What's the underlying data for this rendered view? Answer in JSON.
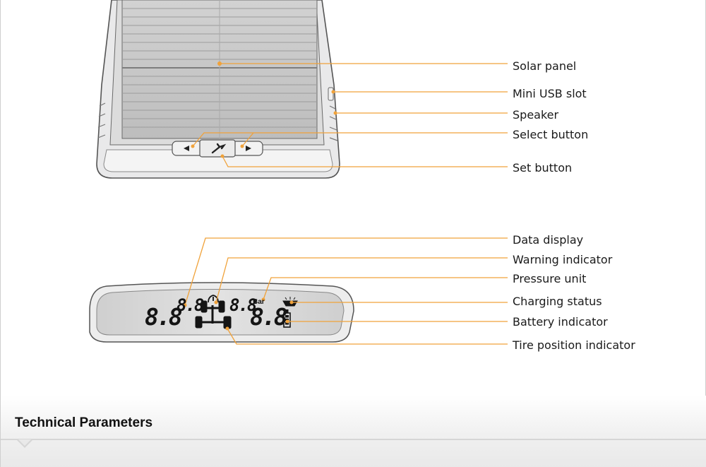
{
  "device_callouts": [
    {
      "id": "solar-panel",
      "label": "Solar panel"
    },
    {
      "id": "mini-usb-slot",
      "label": "Mini USB slot"
    },
    {
      "id": "speaker",
      "label": "Speaker"
    },
    {
      "id": "select-button",
      "label": "Select button"
    },
    {
      "id": "set-button",
      "label": "Set button"
    }
  ],
  "display_callouts": [
    {
      "id": "data-display",
      "label": "Data display"
    },
    {
      "id": "warning-indicator",
      "label": "Warning indicator"
    },
    {
      "id": "pressure-unit",
      "label": "Pressure unit"
    },
    {
      "id": "charging-status",
      "label": "Charging status"
    },
    {
      "id": "battery-indicator",
      "label": "Battery indicator"
    },
    {
      "id": "tire-position-indicator",
      "label": "Tire position indicator"
    }
  ],
  "lcd": {
    "segment_top_left": "8.8",
    "segment_top_right": "8.8",
    "segment_bottom_left": "8.8",
    "segment_bottom_right": "8.8",
    "unit": "Bar"
  },
  "section_title": "Technical Parameters",
  "colors": {
    "leader": "#f0a23a",
    "device_body": "#e9e9ea",
    "device_outline": "#5a5a5a",
    "solar_cell": "#c7c7c7",
    "lcd_screen": "#d8d8d8",
    "segment": "#141414"
  },
  "icons": {
    "left-button": "left-triangle",
    "select-center": "wrench",
    "right-button": "right-triangle",
    "warning": "tire-warning",
    "charging": "sun-charge",
    "battery": "battery"
  }
}
